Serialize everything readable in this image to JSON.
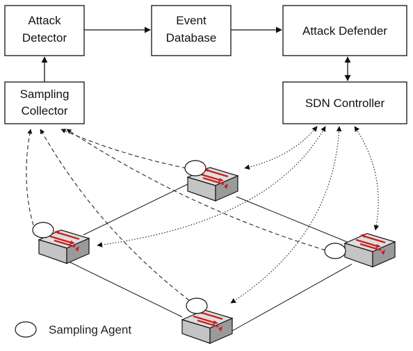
{
  "boxes": {
    "attack_detector": [
      "Attack",
      "Detector"
    ],
    "event_database": [
      "Event",
      "Database"
    ],
    "attack_defender": [
      "Attack Defender"
    ],
    "sampling_collector": [
      "Sampling",
      "Collector"
    ],
    "sdn_controller": [
      "SDN Controller"
    ]
  },
  "legend": {
    "label": "Sampling Agent"
  },
  "colors": {
    "stroke": "#111111",
    "switch_top": "#dedede",
    "switch_side": "#9a9a9a",
    "switch_front": "#c4c4c4",
    "arrow_red": "#cc1f1f"
  },
  "icons": {
    "switch": "network-switch-icon",
    "agent": "sampling-agent-icon"
  }
}
